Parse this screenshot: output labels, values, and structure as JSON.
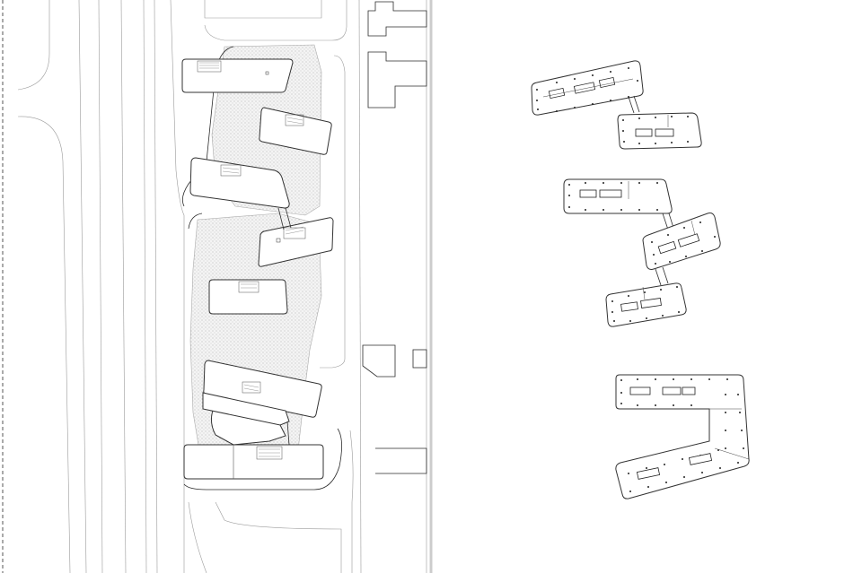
{
  "sheet": {
    "background": "#ffffff",
    "line_color": "#2b2b2b",
    "light_line_color": "#9a9a9a",
    "panel_divider_color": "#cccccc"
  },
  "panels": [
    {
      "id": "site-plan",
      "buildings": 7,
      "footbridges": 3
    },
    {
      "id": "floor-plans",
      "groups": [
        {
          "id": "group-a",
          "wings": 2
        },
        {
          "id": "group-b",
          "wings": 3
        },
        {
          "id": "group-c",
          "wings": 1
        }
      ]
    }
  ]
}
